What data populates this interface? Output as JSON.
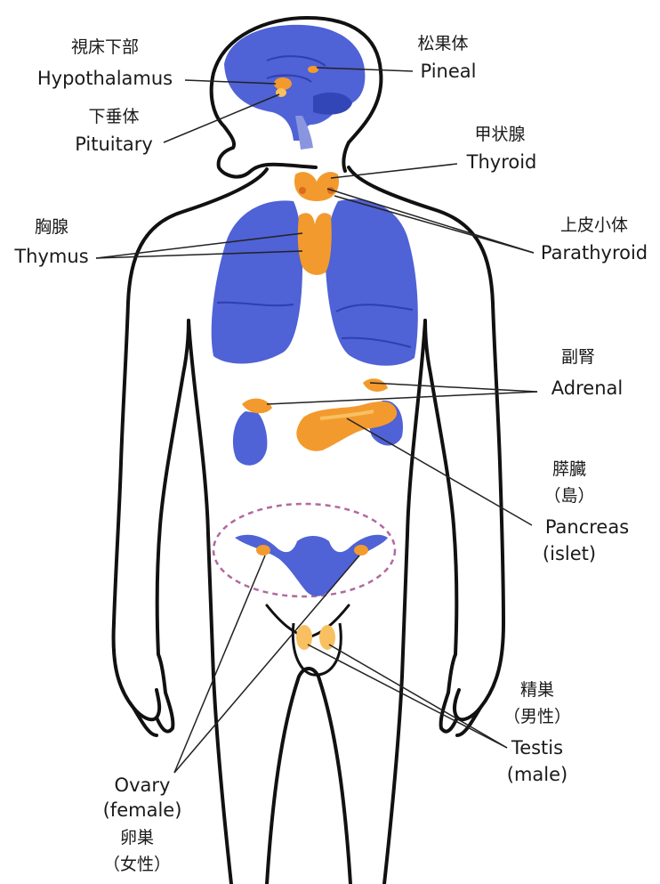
{
  "labels": {
    "hypothalamus_jp": "視床下部",
    "hypothalamus_en": "Hypothalamus",
    "pituitary_jp": "下垂体",
    "pituitary_en": "Pituitary",
    "pineal_jp": "松果体",
    "pineal_en": "Pineal",
    "thyroid_jp": "甲状腺",
    "thyroid_en": "Thyroid",
    "parathyroid_jp": "上皮小体",
    "parathyroid_en": "Parathyroid",
    "thymus_jp": "胸腺",
    "thymus_en": "Thymus",
    "adrenal_jp": "副腎",
    "adrenal_en": "Adrenal",
    "pancreas_jp": "膵臓",
    "pancreas_jp_sub": "（島）",
    "pancreas_en": "Pancreas",
    "pancreas_en_sub": "(islet)",
    "testis_jp": "精巣",
    "testis_jp_sub": "（男性）",
    "testis_en": "Testis",
    "testis_en_sub": "(male)",
    "ovary_en": "Ovary",
    "ovary_en_sub": "(female)",
    "ovary_jp": "卵巣",
    "ovary_jp_sub": "（女性）"
  },
  "colors": {
    "organ_blue": "#4f62d6",
    "organ_blue_dark": "#2f3fb0",
    "gland_orange": "#f39a2e",
    "gland_orange_light": "#f8c060",
    "outline": "#111111",
    "dashed_ellipse": "#b06aa0"
  }
}
